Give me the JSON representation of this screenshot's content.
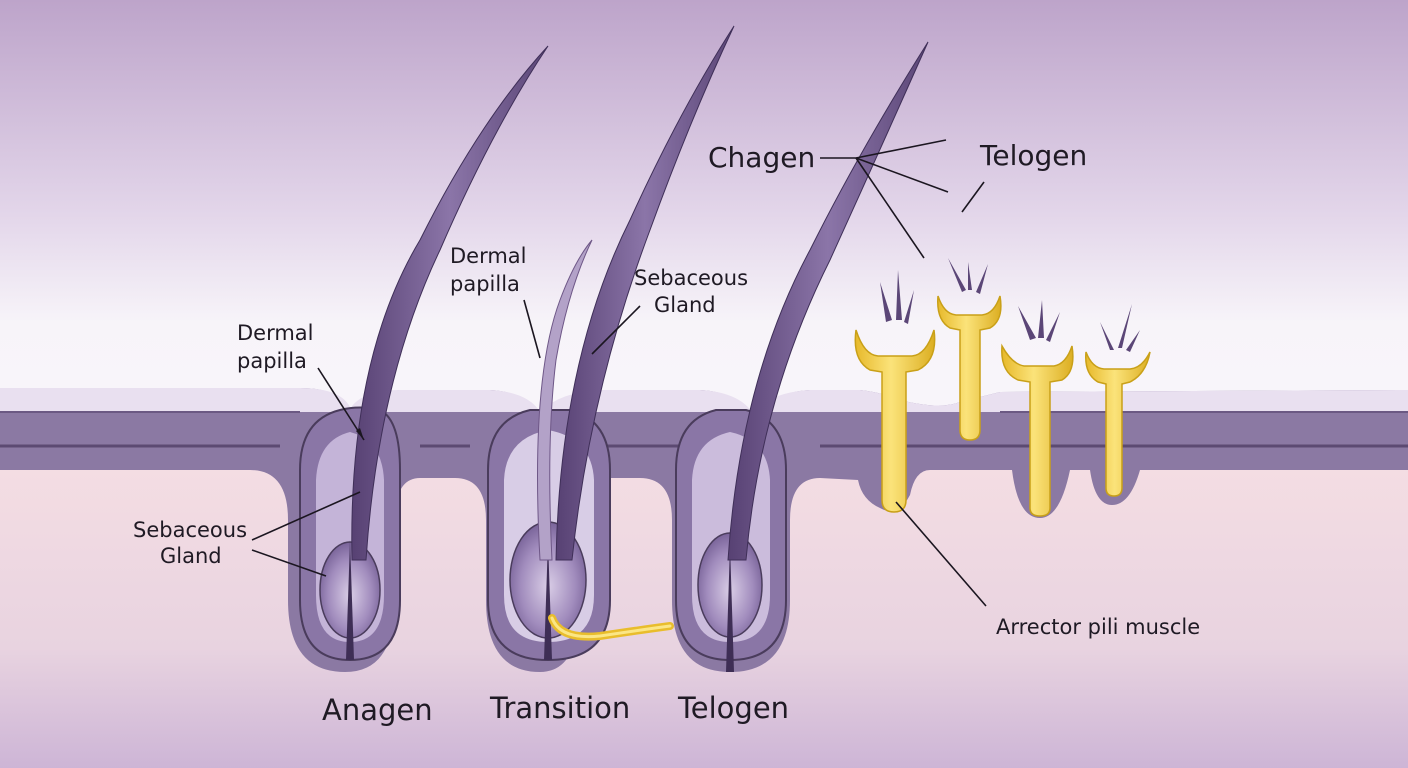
{
  "labels": {
    "dermal_papilla_left": [
      "Dermal",
      "papilla"
    ],
    "dermal_papilla_mid": [
      "Dermal",
      "papilla"
    ],
    "sebaceous_gland_left": [
      "Sebaceous",
      "Gland"
    ],
    "sebaceous_gland_mid": [
      "Sebaceous",
      "Gland"
    ],
    "chagen": "Chagen",
    "telogen_top": "Telogen",
    "arrector_pili": "Arrector pili muscle",
    "stage_anagen": "Anagen",
    "stage_transition": "Transition",
    "stage_telogen": "Telogen"
  },
  "colors": {
    "background_top": "#c1a9cd",
    "background_mid": "#f7f4f9",
    "skin_surface": "#e7dcee",
    "epidermis": "#8c7aa3",
    "dermis": "#f1d9df",
    "hair": "#6e5787",
    "follicle": "#8a76a6",
    "follicle_dark": "#5b4677",
    "bulb": "#a895c0",
    "gland_yellow": "#f2d253",
    "gland_yellow_dark": "#d9ac1f",
    "outline": "#4a3c5c"
  }
}
